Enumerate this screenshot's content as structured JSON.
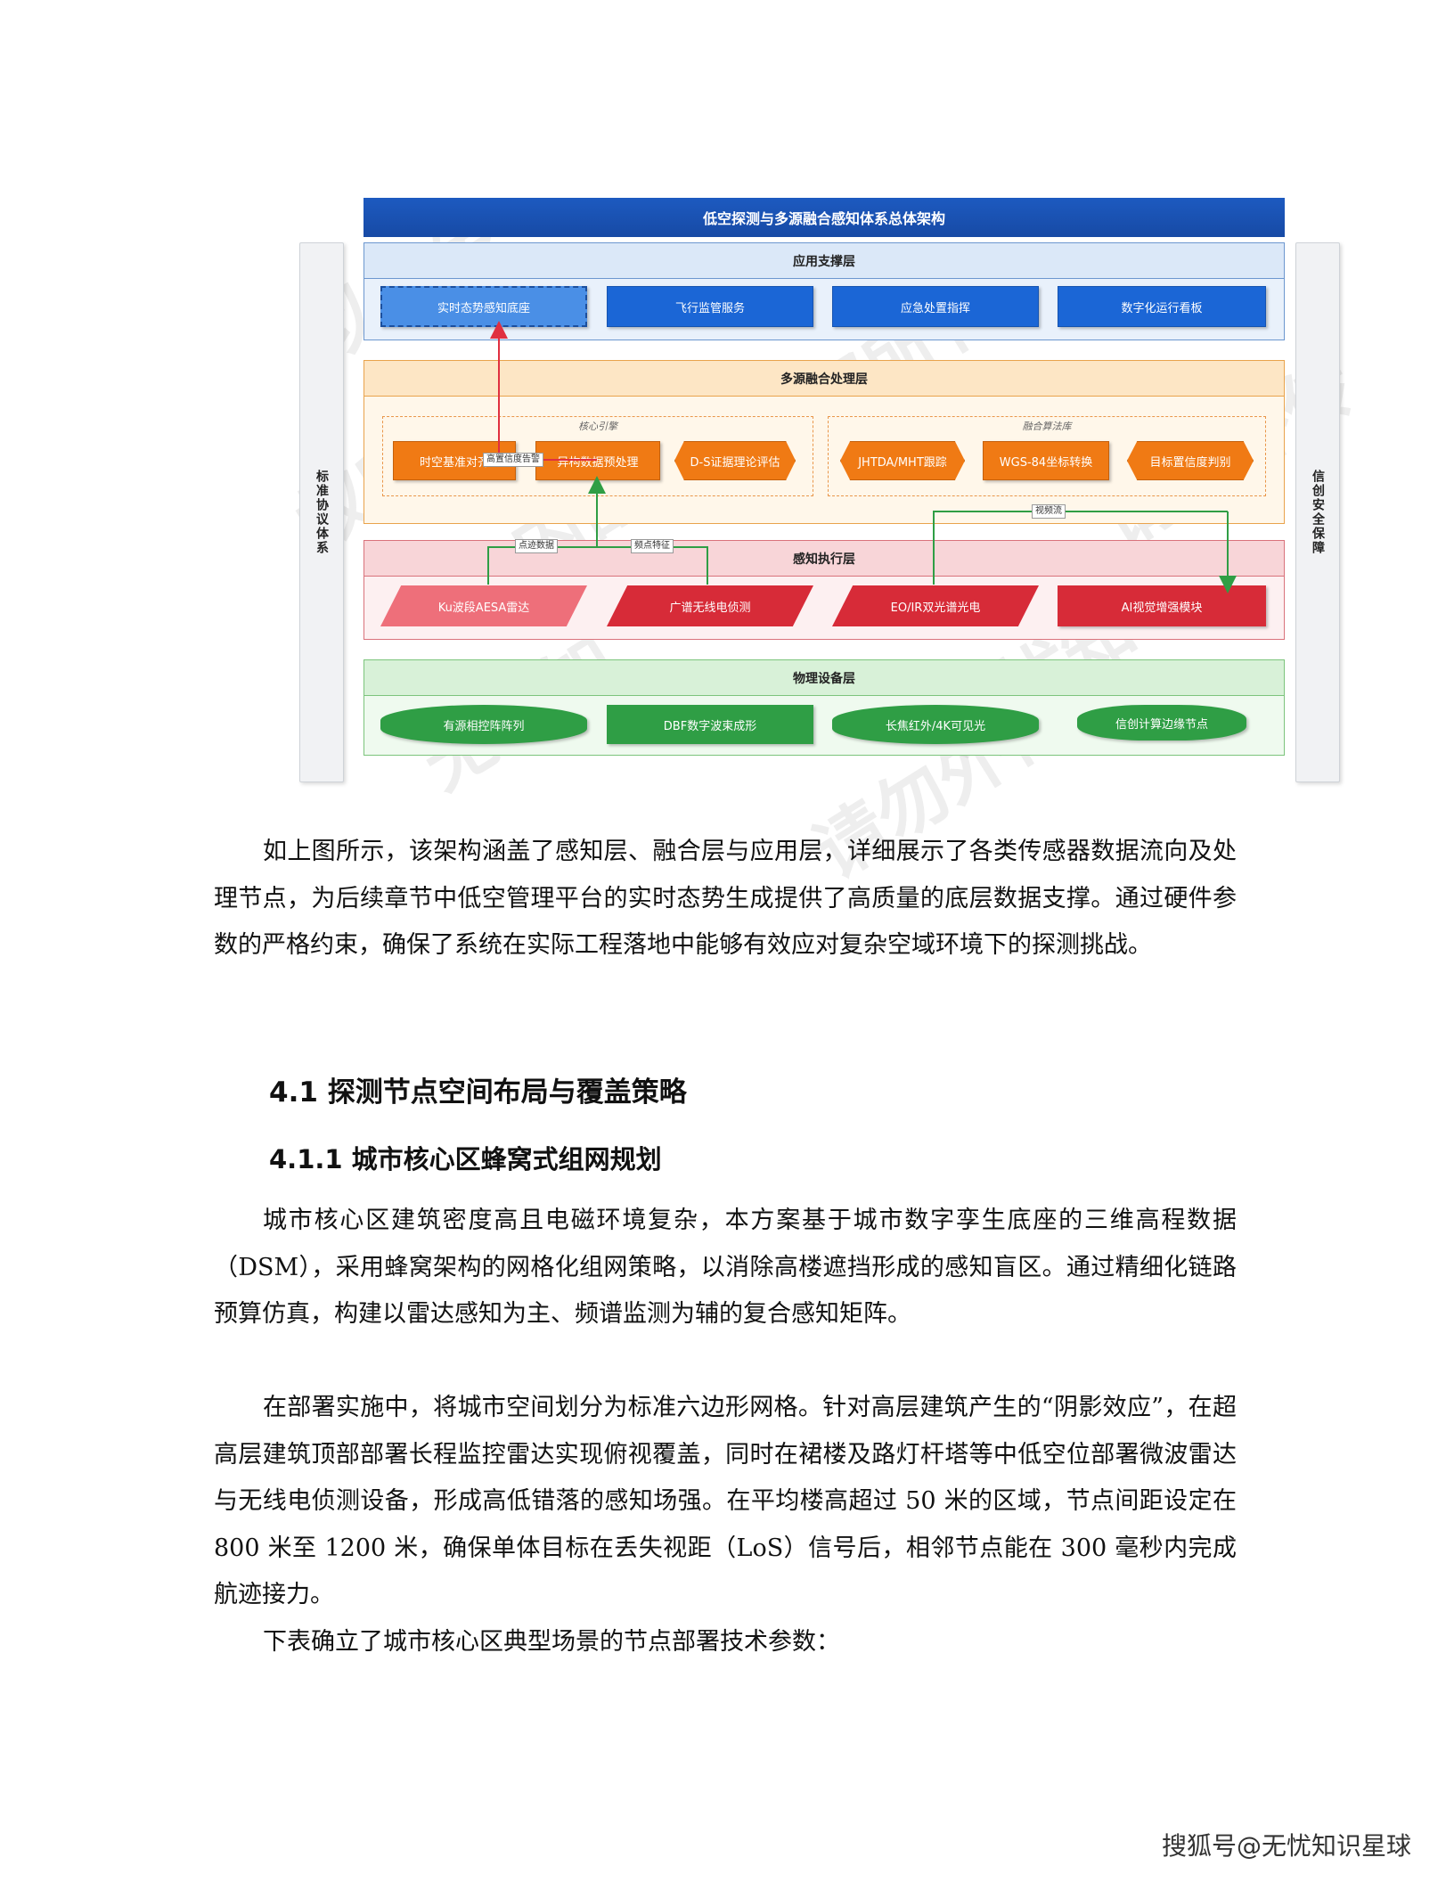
{
  "diagram": {
    "title": "低空探测与多源融合感知体系总体架构",
    "left_side": "标准协议体系",
    "right_side": "信创安全保障",
    "watermarks": [
      "以外传",
      "权所有",
      "内部资料",
      "无忧知",
      "版权所有",
      "请勿外传",
      "无忧知",
      "请勿外传"
    ],
    "layers": {
      "app": {
        "title": "应用支撑层",
        "nodes": [
          "实时态势感知底座",
          "飞行监管服务",
          "应急处置指挥",
          "数字化运行看板"
        ]
      },
      "fusion": {
        "title": "多源融合处理层",
        "groups": [
          {
            "label": "核心引擎",
            "nodes": [
              "时空基准对齐",
              "异构数据预处理",
              "D-S证据理论评估"
            ]
          },
          {
            "label": "融合算法库",
            "nodes": [
              "JHTDA/MHT跟踪",
              "WGS-84坐标转换",
              "目标置信度判别"
            ]
          }
        ]
      },
      "perception": {
        "title": "感知执行层",
        "nodes": [
          "Ku波段AESA雷达",
          "广谱无线电侦测",
          "EO/IR双光谱光电",
          "AI视觉增强模块"
        ]
      },
      "physical": {
        "title": "物理设备层",
        "nodes": [
          "有源相控阵阵列",
          "DBF数字波束成形",
          "长焦红外/4K可见光",
          "信创计算边缘节点"
        ]
      }
    },
    "edges": {
      "alert": "高置信度告警",
      "track": "点迹数据",
      "spectrum": "频点特征",
      "video": "视频流"
    }
  },
  "text": {
    "p1": "如上图所示，该架构涵盖了感知层、融合层与应用层，详细展示了各类传感器数据流向及处理节点，为后续章节中低空管理平台的实时态势生成提供了高质量的底层数据支撑。通过硬件参数的严格约束，确保了系统在实际工程落地中能够有效应对复杂空域环境下的探测挑战。",
    "h2": "4.1 探测节点空间布局与覆盖策略",
    "h3": "4.1.1 城市核心区蜂窝式组网规划",
    "p2": "城市核心区建筑密度高且电磁环境复杂，本方案基于城市数字孪生底座的三维高程数据（DSM），采用蜂窝架构的网格化组网策略，以消除高楼遮挡形成的感知盲区。通过精细化链路预算仿真，构建以雷达感知为主、频谱监测为辅的复合感知矩阵。",
    "p3": "在部署实施中，将城市空间划分为标准六边形网格。针对高层建筑产生的“阴影效应”，在超高层建筑顶部部署长程监控雷达实现俯视覆盖，同时在裙楼及路灯杆塔等中低空位部署微波雷达与无线电侦测设备，形成高低错落的感知场强。在平均楼高超过 50 米的区域，节点间距设定在 800 米至 1200 米，确保单体目标在丢失视距（LoS）信号后，相邻节点能在 300 毫秒内完成航迹接力。",
    "p4": "下表确立了城市核心区典型场景的节点部署技术参数："
  },
  "footer": "搜狐号@无忧知识星球"
}
